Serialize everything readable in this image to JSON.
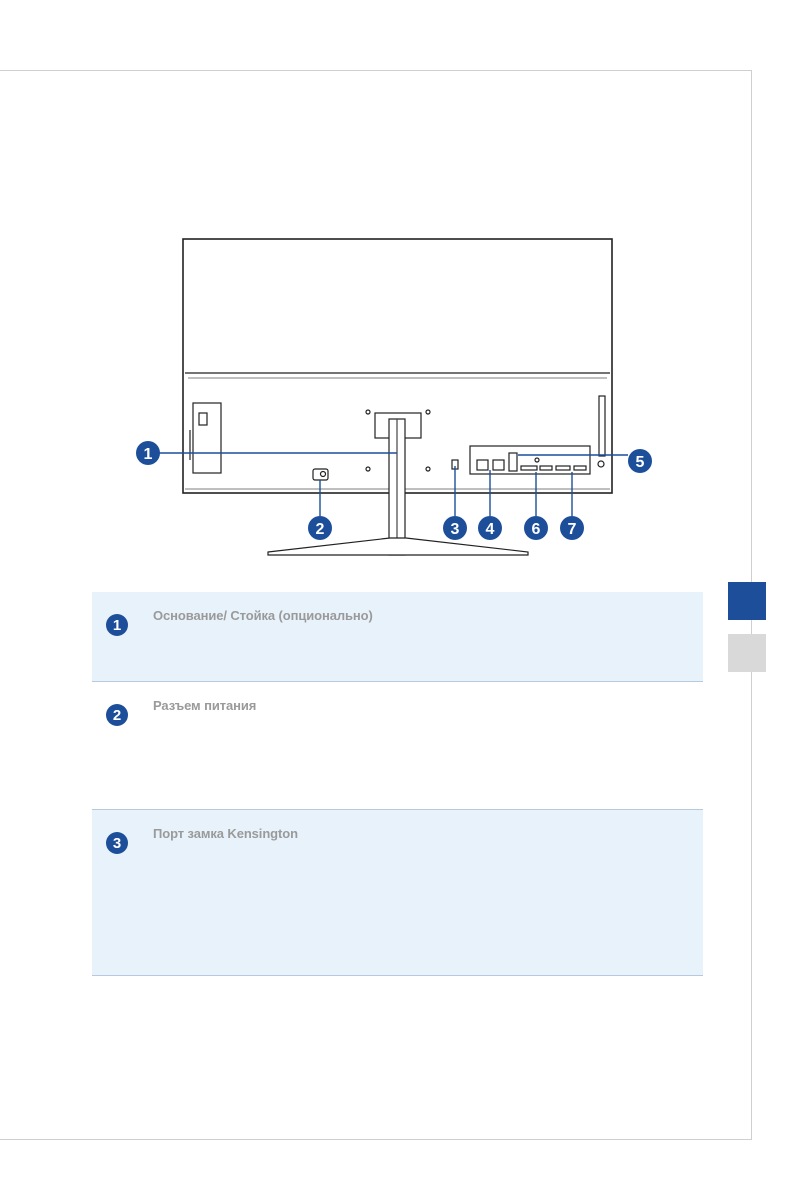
{
  "diagram": {
    "callouts": [
      "1",
      "2",
      "3",
      "4",
      "5",
      "6",
      "7"
    ]
  },
  "components": [
    {
      "number": "1",
      "label": "Основание/ Стойка (опционально)"
    },
    {
      "number": "2",
      "label": "Разъем питания"
    },
    {
      "number": "3",
      "label": "Порт замка Kensington"
    }
  ],
  "colors": {
    "accent": "#1c4e9a",
    "row_shade": "#e8f2fb",
    "tab_inactive": "#d9d9d9"
  }
}
